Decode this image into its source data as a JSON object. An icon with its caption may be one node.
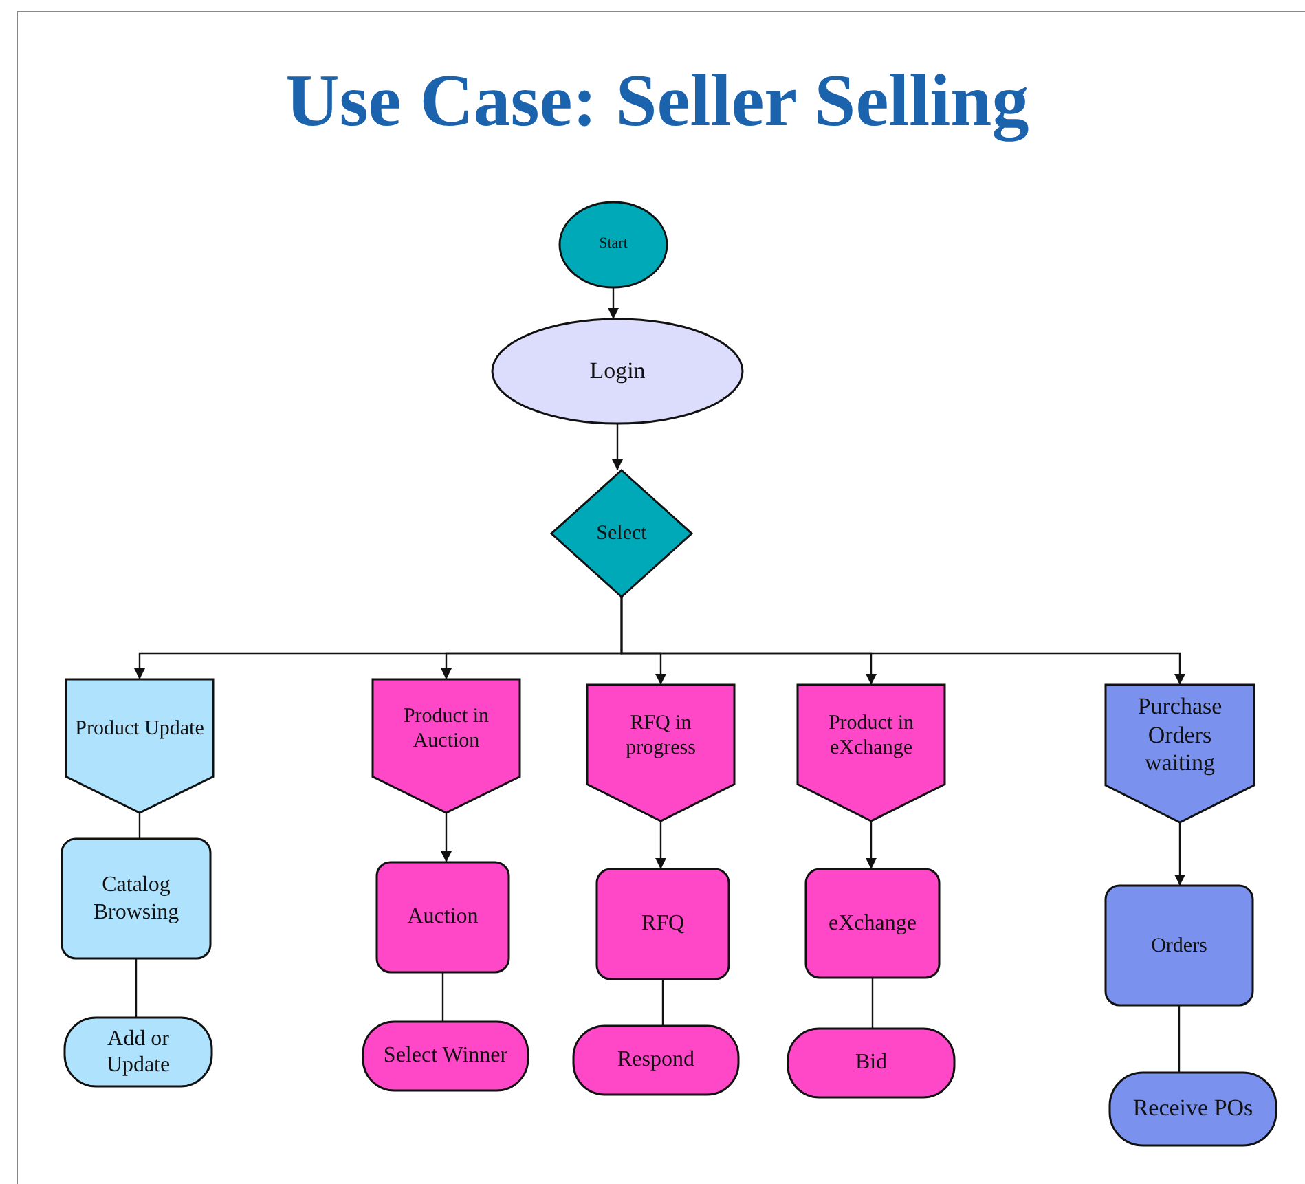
{
  "diagram": {
    "title": "Use Case: Seller Selling",
    "nodes": [
      {
        "text": [
          "Start"
        ]
      },
      {
        "text": [
          "Login"
        ]
      },
      {
        "text": [
          "Select"
        ]
      },
      {
        "text": [
          "Product Update"
        ]
      },
      {
        "text": [
          "Product in Auction"
        ]
      },
      {
        "text": [
          "RFQ in progress"
        ]
      },
      {
        "text": [
          "Product in eXchange"
        ]
      },
      {
        "text": [
          "Purchase Orders waiting"
        ]
      },
      {
        "text": [
          "Catalog Browsing"
        ]
      },
      {
        "text": [
          "Add or Update"
        ]
      },
      {
        "text": [
          "Auction"
        ]
      },
      {
        "text": [
          "Select Winner"
        ]
      },
      {
        "text": [
          "RFQ"
        ]
      },
      {
        "text": [
          "Respond"
        ]
      },
      {
        "text": [
          "eXchange"
        ]
      },
      {
        "text": [
          "Bid"
        ]
      },
      {
        "text": [
          "Orders"
        ]
      },
      {
        "text": [
          "Receive POs"
        ]
      }
    ],
    "edges": [
      {
        "from": 0,
        "to": 1,
        "arrow": "to"
      },
      {
        "from": 1,
        "to": 2,
        "arrow": "to"
      },
      {
        "from": 2,
        "to": 3,
        "arrow": "to"
      },
      {
        "from": 2,
        "to": 4,
        "arrow": "to"
      },
      {
        "from": 2,
        "to": 5,
        "arrow": "to"
      },
      {
        "from": 2,
        "to": 6,
        "arrow": "to"
      },
      {
        "from": 2,
        "to": 7,
        "arrow": "to"
      },
      {
        "from": 3,
        "to": 8,
        "arrow": "none"
      },
      {
        "from": 8,
        "to": 9,
        "arrow": "none"
      },
      {
        "from": 4,
        "to": 10,
        "arrow": "to"
      },
      {
        "from": 10,
        "to": 11,
        "arrow": "none"
      },
      {
        "from": 5,
        "to": 12,
        "arrow": "to"
      },
      {
        "from": 12,
        "to": 13,
        "arrow": "none"
      },
      {
        "from": 6,
        "to": 14,
        "arrow": "to"
      },
      {
        "from": 14,
        "to": 15,
        "arrow": "none"
      },
      {
        "from": 7,
        "to": 16,
        "arrow": "to"
      },
      {
        "from": 16,
        "to": 17,
        "arrow": "none"
      }
    ]
  }
}
